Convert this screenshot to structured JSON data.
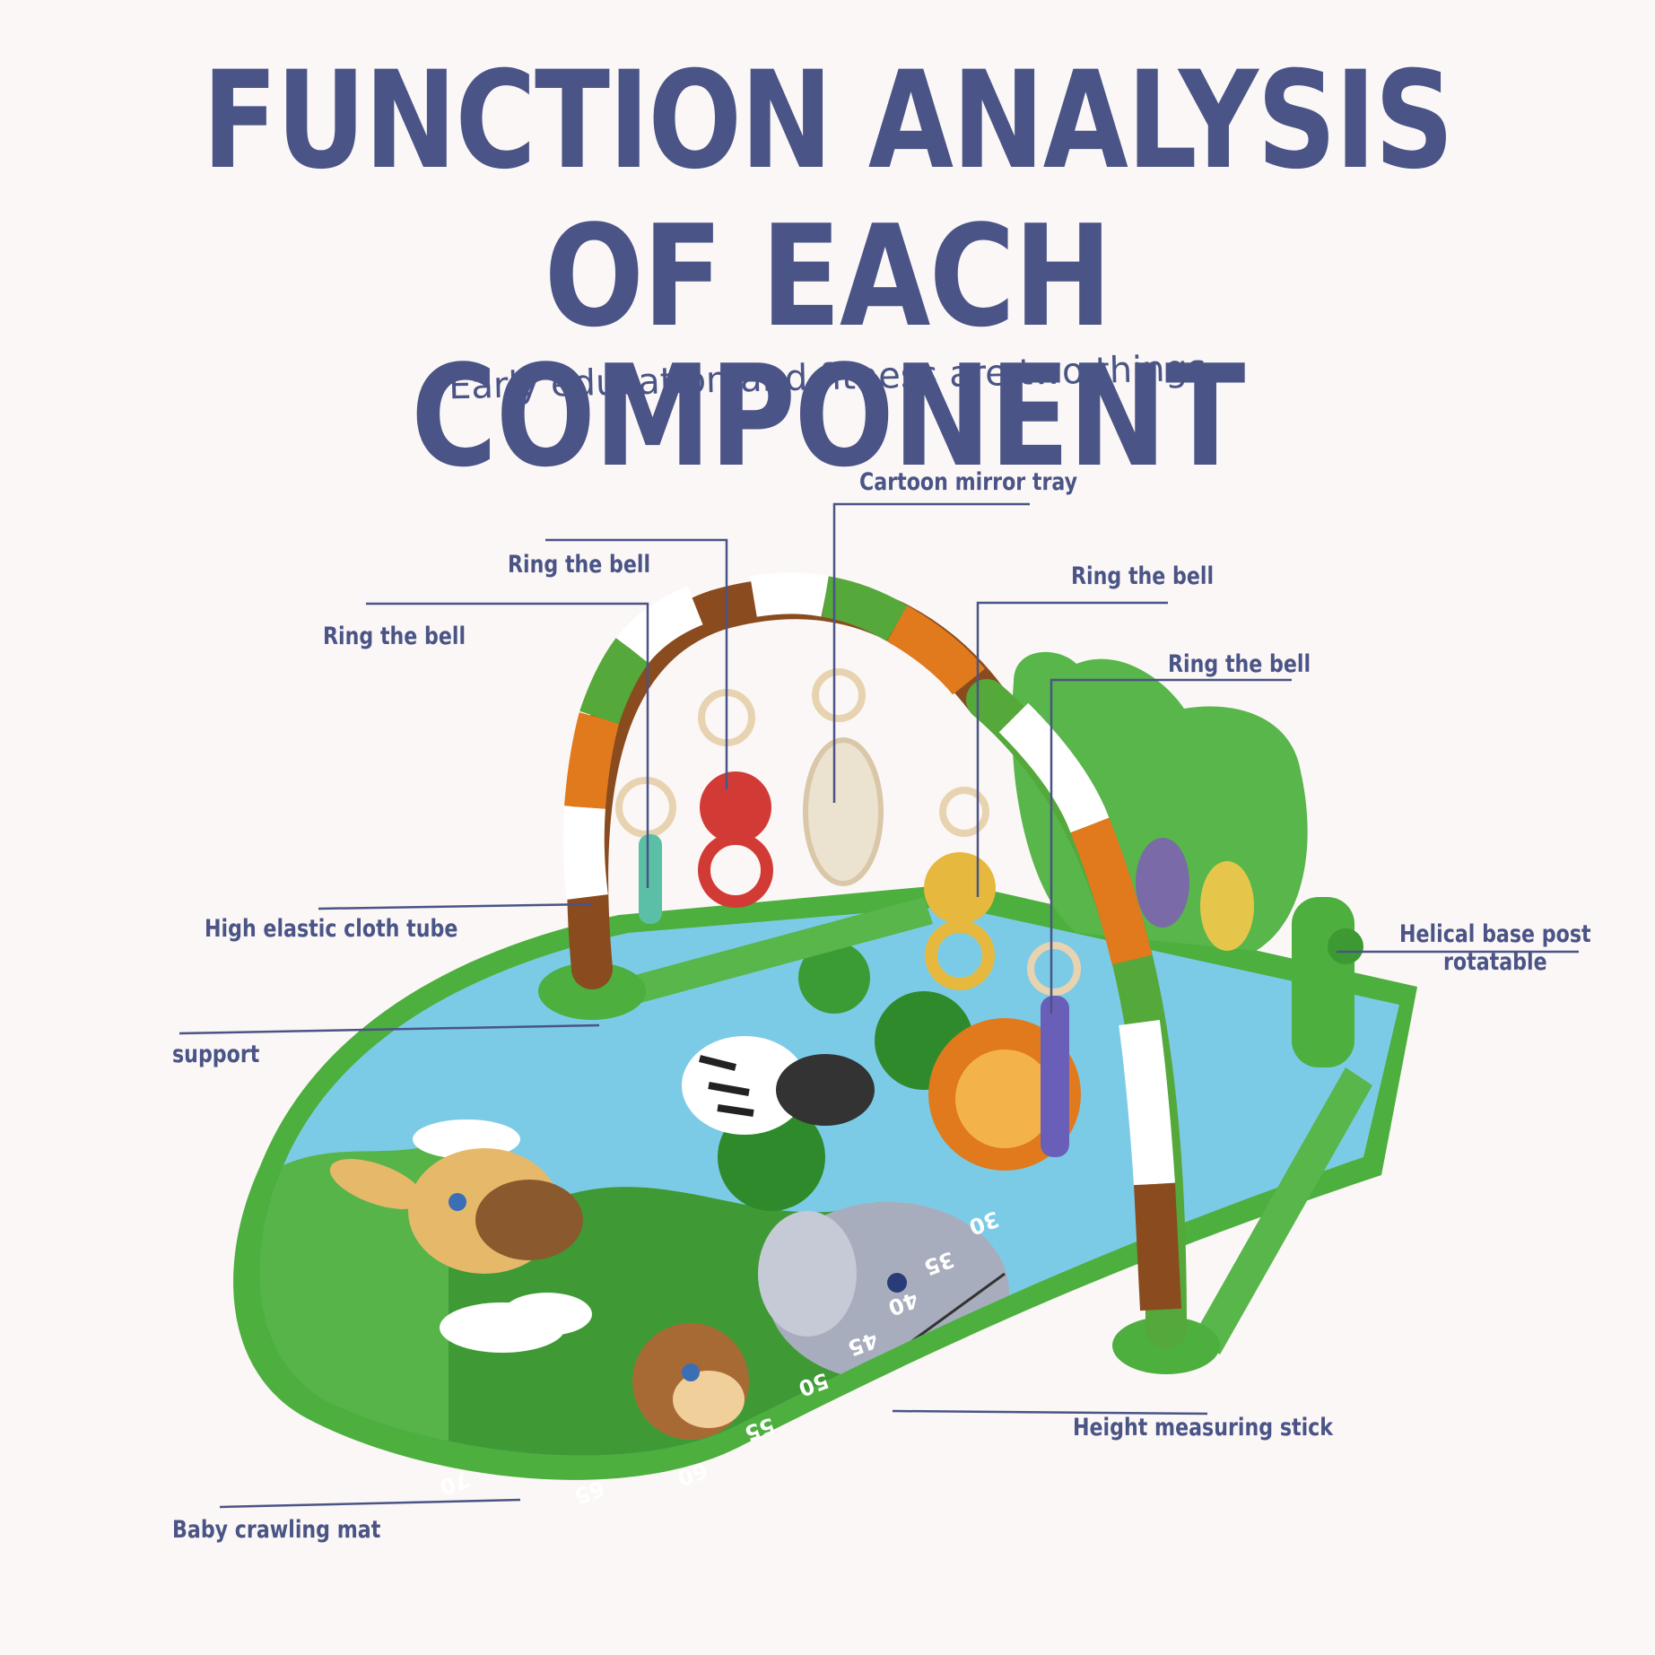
{
  "title": {
    "line1": "FUNCTION ANALYSIS",
    "line2": "OF EACH COMPONENT"
  },
  "subtitle": "Early education and fitness are two things",
  "callouts": {
    "cartoon_mirror_tray": "Cartoon mirror tray",
    "ring_bell_1": "Ring the bell",
    "ring_bell_2": "Ring the bell",
    "ring_bell_3": "Ring the bell",
    "ring_bell_4": "Ring the bell",
    "high_elastic_cloth_tube": "High elastic cloth tube",
    "helical_base_post_line1": "Helical base post",
    "helical_base_post_line2": "rotatable",
    "support": "support",
    "height_measuring_stick": "Height measuring stick",
    "baby_crawling_mat": "Baby crawling mat"
  },
  "mat_scale": [
    "30",
    "35",
    "40",
    "45",
    "50",
    "55",
    "60",
    "65",
    "70"
  ],
  "colors": {
    "title": "#4a5486",
    "leader_line": "#4a5486",
    "mat_green": "#4caf3e",
    "arch_orange": "#e07a1c",
    "arch_brown": "#8a4b1f",
    "arch_green": "#55a83a",
    "sky_blue": "#7ccbe6"
  }
}
